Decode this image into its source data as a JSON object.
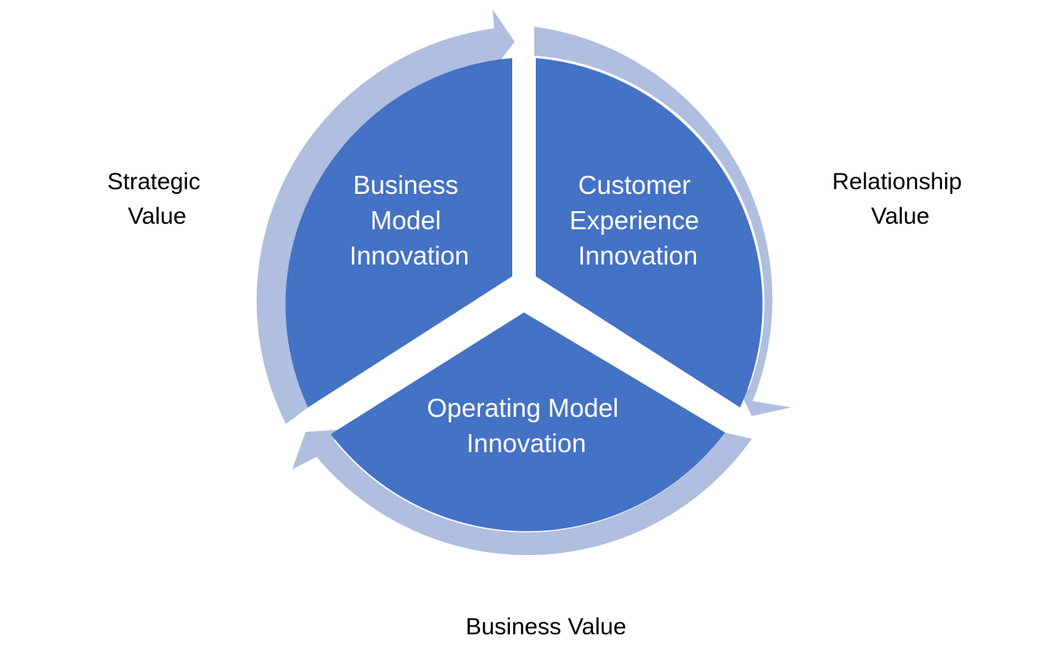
{
  "colors": {
    "segment_fill": "#4472C4",
    "arrow_fill": "#B0BEDF",
    "gap": "#FFFFFF",
    "segment_text": "#FFFFFF",
    "outer_text": "#000000"
  },
  "segments": [
    {
      "id": "business-model",
      "lines": [
        "Business",
        "Model",
        "Innovation"
      ]
    },
    {
      "id": "customer-experience",
      "lines": [
        "Customer",
        "Experience",
        "Innovation"
      ]
    },
    {
      "id": "operating-model",
      "lines": [
        "Operating Model",
        "Innovation"
      ]
    }
  ],
  "outer_labels": {
    "strategic": [
      "Strategic",
      "Value"
    ],
    "relationship": [
      "Relationship",
      "Value"
    ],
    "business": [
      "Business Value"
    ]
  }
}
